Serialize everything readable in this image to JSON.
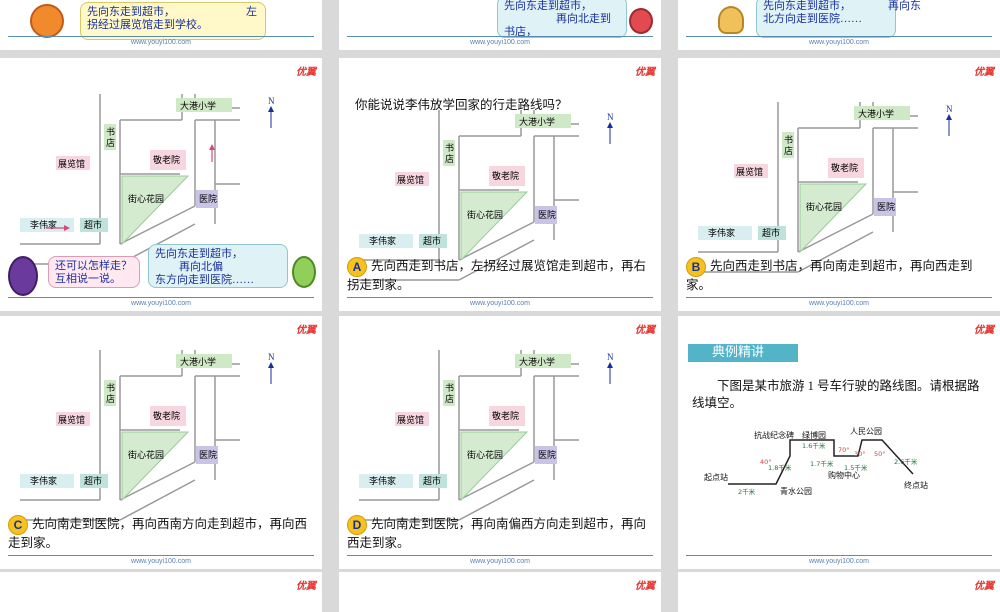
{
  "site": "www.youyi100.com",
  "logo": "优翼",
  "top_row": {
    "left_bubble": {
      "line1": "先向东走到超市，",
      "line2": "左",
      "line3": "拐经过展览馆走到学校。"
    },
    "mid_bubble": {
      "line1": "先向东走到超市，",
      "line2": "再向北走到",
      "line3": "书店，"
    },
    "right_bubble": {
      "line1": "先向东走到超市，",
      "line2": "再向东",
      "line3": "北方向走到医院……"
    }
  },
  "map": {
    "north": "N",
    "school": "大港小学",
    "bookstore": "书店",
    "exhibition": "展览馆",
    "nursing": "敬老院",
    "garden": "街心花园",
    "hospital": "医院",
    "home": "李伟家",
    "market": "超市"
  },
  "slide_intro": {
    "q_bubble": "还可以怎样走？互相说一说。",
    "a_bubble": {
      "line1": "先向东走到超市，",
      "line2": "再向北偏",
      "line3": "东方向走到医院……"
    }
  },
  "slide_a": {
    "question": "你能说说李伟放学回家的行走路线吗？",
    "badge": "A",
    "text": "先向西走到书店，左拐经过展览馆走到超市，再右拐走到家。"
  },
  "slide_b": {
    "badge": "B",
    "text": "先向西走到书店，再向南走到超市，再向西走到家。"
  },
  "slide_c": {
    "badge": "C",
    "text": "先向南走到医院，再向西南方向走到超市，再向西走到家。"
  },
  "slide_d": {
    "badge": "D",
    "text": "先向南走到医院，再向南偏西方向走到超市，再向西走到家。"
  },
  "example": {
    "title": "典例精讲",
    "text": "下图是某市旅游 1 号车行驶的路线图。请根据路线填空。",
    "route": {
      "start": "起点站",
      "qingshui": "青水公园",
      "kangzhan": "抗战纪念碑",
      "lvbo": "绿博园",
      "gouwu": "购物中心",
      "renmin": "人民公园",
      "end": "终点站",
      "d1": "2千米",
      "d2": "1.8千米",
      "d3": "1.6千米",
      "d4": "1.7千米",
      "d5": "1.5千米",
      "d6": "2.6千米",
      "a1": "40°",
      "a2": "70°",
      "a3": "30°",
      "a4": "50°"
    }
  },
  "colors": {
    "accent": "#53b3c7",
    "route": "#e0457a",
    "footer": "#5a7fb0",
    "badge": "#f7c21c"
  }
}
